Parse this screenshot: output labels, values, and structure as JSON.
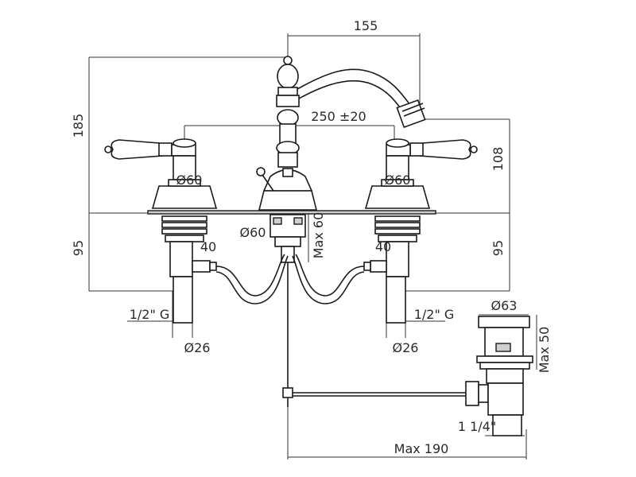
{
  "dimensions": {
    "spout_reach": "155",
    "overall_height": "185",
    "spread": "250 ±20",
    "handle_height": "108",
    "left_base_diameter": "Ø60",
    "right_base_diameter": "Ø60",
    "center_base_diameter": "Ø60",
    "max_deck_thickness": "Max 60",
    "left_below_deck": "95",
    "right_below_deck": "95",
    "left_outlet": "40",
    "right_outlet": "40",
    "left_thread": "1/2\" G",
    "right_thread": "1/2\" G",
    "left_tail_diameter": "Ø26",
    "right_tail_diameter": "Ø26",
    "waste_diameter": "Ø63",
    "waste_max_height": "Max 50",
    "waste_thread": "1 1/4\"",
    "max_horizontal": "Max 190"
  }
}
